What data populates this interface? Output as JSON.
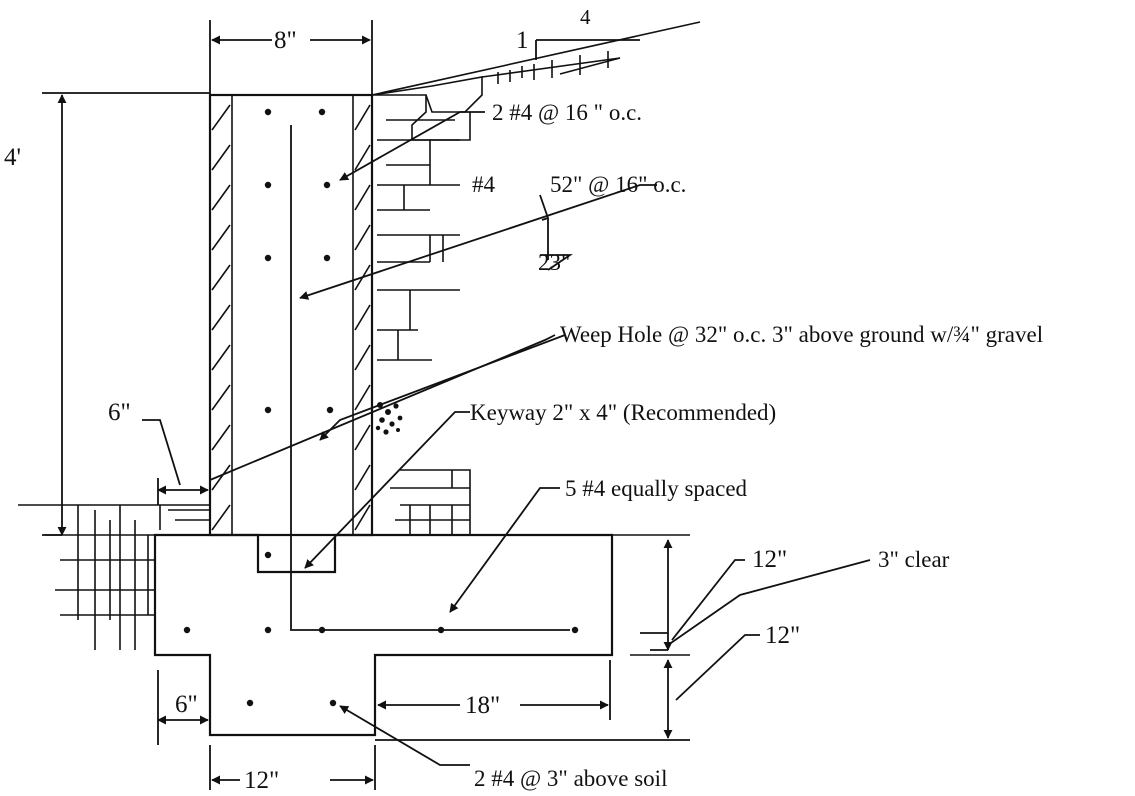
{
  "labels": {
    "wall_width": "8\"",
    "slope_rise": "1",
    "slope_run": "4",
    "wall_height": "4'",
    "top_bars": "2 #4 @ 16 \" o.c.",
    "vert_bar": "#4",
    "vert_bar_spacing": "52\" @ 16\" o.c.",
    "hook_length": "23\"",
    "weep_hole": "Weep Hole @ 32\" o.c. 3\" above ground w/¾\" gravel",
    "toe_offset": "6\"",
    "keyway": "Keyway 2\" x 4\" (Recommended)",
    "footing_bars": "5 #4 equally spaced",
    "footing_depth": "12\"",
    "clear_cover": "3\" clear",
    "key_depth": "12\"",
    "key_toe_offset": "6\"",
    "heel_length": "18\"",
    "key_width": "12\"",
    "key_bars": "2 #4 @ 3\" above soil"
  },
  "colors": {
    "ink": "#111111",
    "paper": "#ffffff"
  }
}
